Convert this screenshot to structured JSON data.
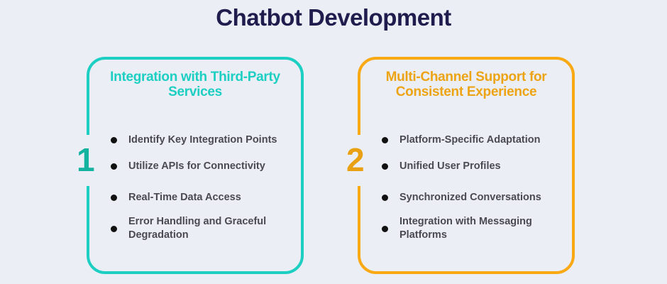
{
  "header": {
    "title": "Chatbot Development"
  },
  "colors": {
    "teal": "#1dcfc2",
    "orange": "#f8a914",
    "title": "#1f1c4e",
    "background": "#eceef6"
  },
  "cards": [
    {
      "number": "1",
      "title": "Integration with Third-Party Services",
      "items": [
        "Identify Key Integration Points",
        "Utilize APIs for Connectivity",
        "Real-Time Data Access",
        "Error Handling and Graceful Degradation"
      ]
    },
    {
      "number": "2",
      "title": "Multi-Channel Support for Consistent Experience",
      "items": [
        "Platform-Specific Adaptation",
        "Unified User Profiles",
        "Synchronized Conversations",
        "Integration with Messaging Platforms"
      ]
    }
  ]
}
